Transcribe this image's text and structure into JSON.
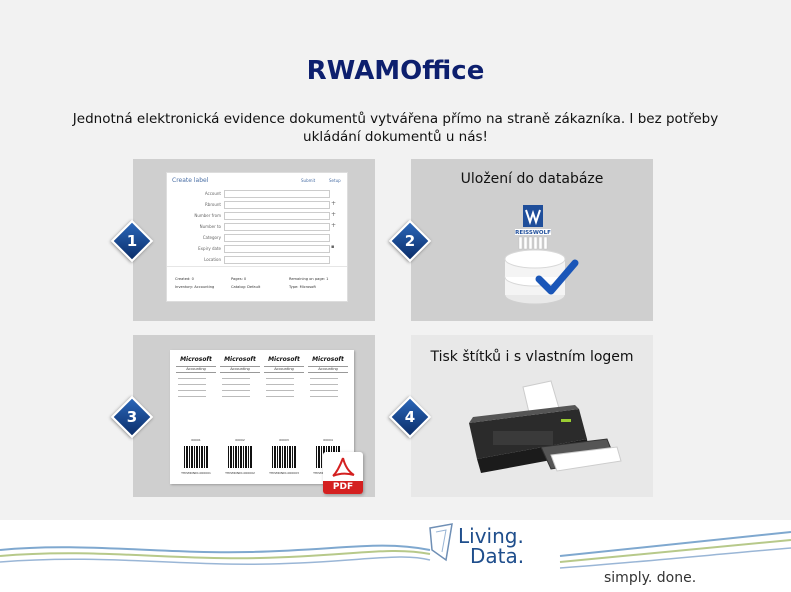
{
  "title": "RWAMOffice",
  "subtitle": "Jednotná elektronická evidence dokumentů vytvářena přímo na straně zákazníka. I bez potřeby ukládání dokumentů u nás!",
  "steps": [
    {
      "number": "1"
    },
    {
      "number": "2",
      "caption": "Uložení do databáze"
    },
    {
      "number": "3"
    },
    {
      "number": "4",
      "caption": "Tisk štítků i s vlastním logem"
    }
  ],
  "form": {
    "title": "Create label",
    "action_save": "Submit",
    "action_setup": "Setup",
    "fields": [
      "Account",
      "Rbrount",
      "Number from",
      "Number to",
      "Category",
      "Expiry date",
      "Location"
    ],
    "meta": {
      "created": "Created: 0",
      "pages": "Pages: 0",
      "remaining": "Remaining on page: 1",
      "inventory": "Inventory: Accounting",
      "catalog": "Catalog: Default",
      "type": "Type: Microsoft"
    }
  },
  "labels_sheet": {
    "brand": "Microsoft",
    "department": "Accounting",
    "barcodes": [
      "THISMONDI-000001",
      "THISMONDI-000002",
      "THISMONDI-000003",
      "THISMONDI-000004"
    ],
    "numbers": [
      "00001",
      "00002",
      "00003",
      "00004"
    ],
    "pdf_label": "PDF"
  },
  "db_logo": "REISSWOLF",
  "footer": {
    "logo_line1": "Living.",
    "logo_line2": "Data.",
    "tagline": "simply. done."
  },
  "colors": {
    "title": "#0d1f6e",
    "badge": "#1f4e9a",
    "panel": "#cfcfcf",
    "check": "#1a56b8"
  }
}
